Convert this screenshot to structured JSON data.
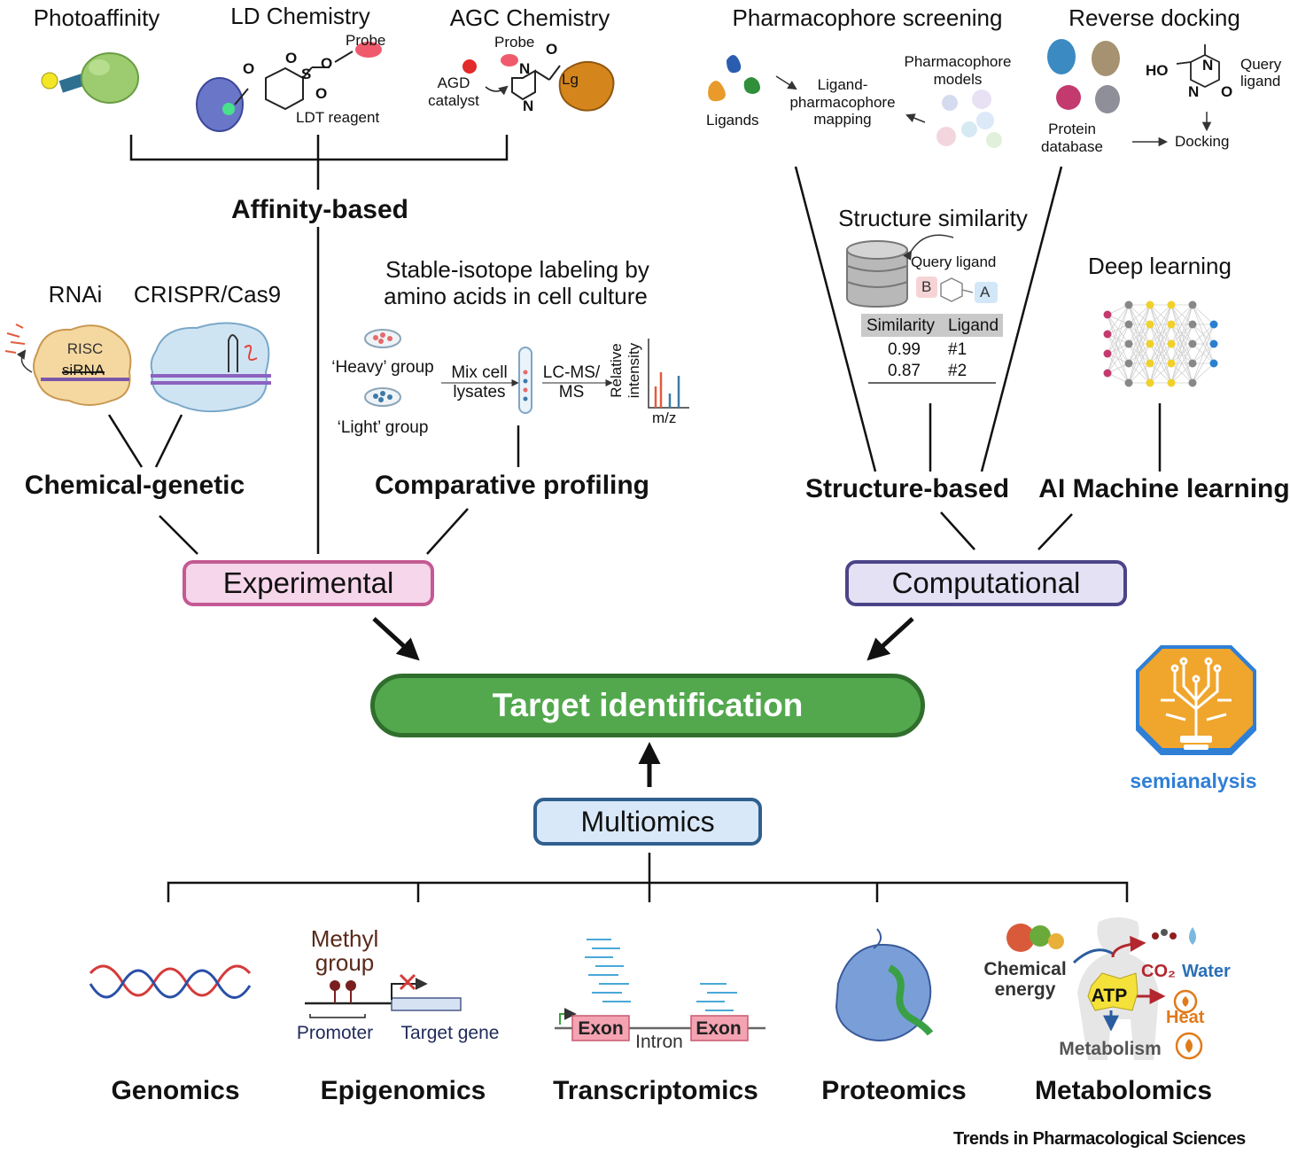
{
  "affinity": {
    "methods": [
      "Photoaffinity",
      "LD Chemistry",
      "AGC Chemistry"
    ],
    "ld_labels": {
      "probe": "Probe",
      "reagent": "LDT reagent",
      "atoms": [
        "O",
        "S",
        "O",
        "O",
        "O"
      ]
    },
    "agc_labels": {
      "probe": "Probe",
      "catalyst": "AGD catalyst",
      "lg": "Lg",
      "atoms": [
        "N",
        "N",
        "O"
      ]
    },
    "category": "Affinity-based"
  },
  "chemical_genetic": {
    "methods": [
      "RNAi",
      "CRISPR/Cas9"
    ],
    "risc": "RISC",
    "sirna": "siRNA",
    "category": "Chemical-genetic"
  },
  "silac": {
    "title_line1": "Stable-isotope labeling by",
    "title_line2": "amino acids in cell culture",
    "heavy": "‘Heavy’ group",
    "light": "‘Light’ group",
    "mix": "Mix cell lysates",
    "lcms": "LC-MS/ MS",
    "relative": "Relative intensity",
    "mz": "m/z",
    "category": "Comparative profiling"
  },
  "structure": {
    "pharm_title": "Pharmacophore screening",
    "ligands": "Ligands",
    "mapping": "Ligand- pharmacophore mapping",
    "models": "Pharmacophore models",
    "reverse_title": "Reverse docking",
    "protein_db": "Protein database",
    "docking": "Docking",
    "query_ligand": "Query ligand",
    "mol_atoms": [
      "HO",
      "N",
      "N",
      "O"
    ],
    "similarity_title": "Structure similarity",
    "sim_query": "Query ligand",
    "sim_b": "B",
    "sim_a": "A",
    "table_headers": [
      "Similarity",
      "Ligand"
    ],
    "table_rows": [
      [
        "0.99",
        "#1"
      ],
      [
        "0.87",
        "#2"
      ]
    ],
    "category": "Structure-based"
  },
  "ai": {
    "title": "Deep learning",
    "category": "AI Machine learning"
  },
  "boxes": {
    "experimental": "Experimental",
    "computational": "Computational",
    "target": "Target identification",
    "multiomics": "Multiomics"
  },
  "omics": {
    "categories": [
      "Genomics",
      "Epigenomics",
      "Transcriptomics",
      "Proteomics",
      "Metabolomics"
    ],
    "methyl": "Methyl group",
    "promoter": "Promoter",
    "target_gene": "Target gene",
    "exon": "Exon",
    "intron": "Intron",
    "chem_energy": "Chemical energy",
    "atp": "ATP",
    "co2": "CO₂",
    "water": "Water",
    "heat": "Heat",
    "metabolism": "Metabolism"
  },
  "logo": {
    "text": "semianalysis"
  },
  "footer": "Trends in Pharmacological Sciences",
  "colors": {
    "experimental_fill": "#f6d6ea",
    "experimental_border": "#c45a94",
    "computational_fill": "#e4e1f5",
    "computational_border": "#4b4488",
    "target_fill": "#53a84e",
    "target_border": "#2f6e2c",
    "multiomics_fill": "#d8e8f8",
    "multiomics_border": "#2f5f8f"
  }
}
